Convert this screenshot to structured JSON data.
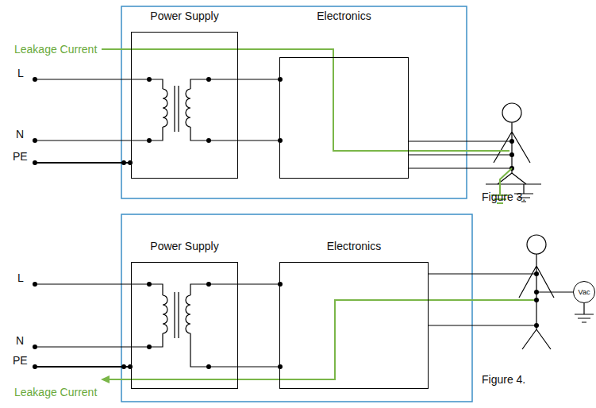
{
  "diagram": {
    "nodes": [
      {
        "text": [
          "Power Supply"
        ]
      },
      {
        "text": [
          "Electronics"
        ]
      },
      {
        "text": [
          "Power Supply"
        ]
      },
      {
        "text": [
          "Electronics"
        ]
      },
      {
        "text": [
          "Vac"
        ]
      }
    ],
    "edges": [
      {
        "from": 0,
        "to": 1,
        "arrow": "none"
      },
      {
        "from": 0,
        "to": 1,
        "arrow": "none"
      },
      {
        "from": 2,
        "to": 3,
        "arrow": "none"
      },
      {
        "from": 2,
        "to": 3,
        "arrow": "none"
      }
    ],
    "labels": [
      "Leakage Current",
      "L",
      "N",
      "PE",
      "Figure 3.",
      "Leakage Current",
      "L",
      "N",
      "PE",
      "Figure 4."
    ]
  }
}
